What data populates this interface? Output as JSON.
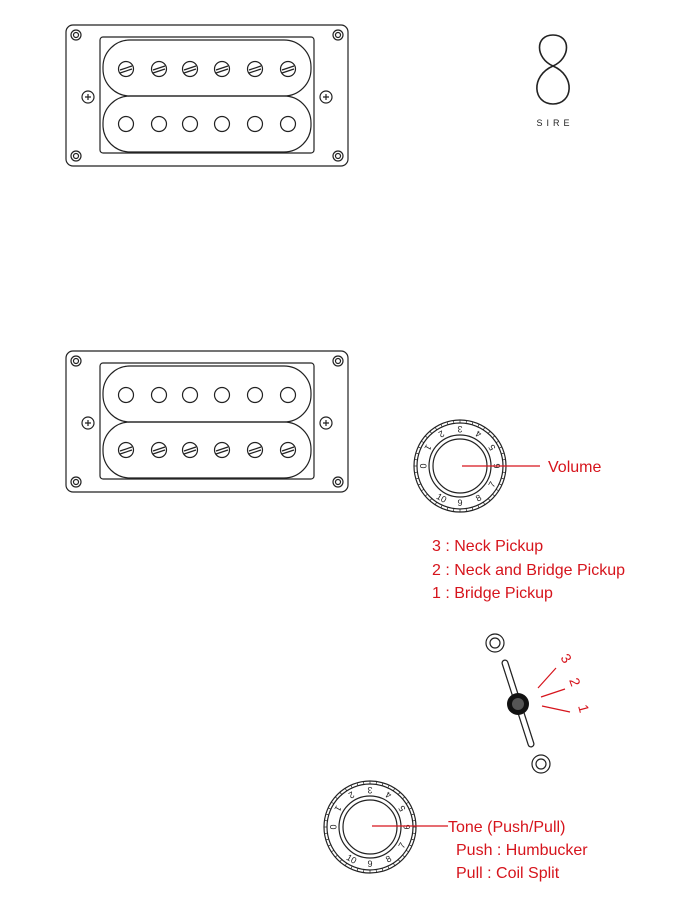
{
  "logo": {
    "text": "SIRE"
  },
  "pickups": [
    {
      "name": "neck",
      "slotted_row": "top"
    },
    {
      "name": "bridge",
      "slotted_row": "bottom"
    }
  ],
  "volume": {
    "label": "Volume",
    "dial_numbers": [
      "0",
      "1",
      "2",
      "3",
      "4",
      "5",
      "6",
      "7",
      "8",
      "9",
      "10"
    ]
  },
  "switch": {
    "legend": [
      "3 : Neck Pickup",
      "2 : Neck and Bridge Pickup",
      "1 : Bridge Pickup"
    ],
    "positions": [
      "3",
      "2",
      "1"
    ]
  },
  "tone": {
    "label": "Tone (Push/Pull)",
    "push": "Push : Humbucker",
    "pull": "Pull : Coil Split",
    "dial_numbers": [
      "0",
      "1",
      "2",
      "3",
      "4",
      "5",
      "6",
      "7",
      "8",
      "9",
      "10"
    ]
  },
  "colors": {
    "accent": "#d6141c",
    "line": "#222222"
  }
}
